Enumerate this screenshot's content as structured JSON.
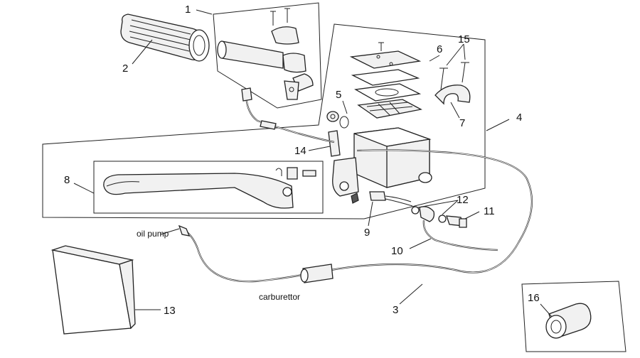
{
  "diagram": {
    "callouts": [
      {
        "id": "c1",
        "label": "1"
      },
      {
        "id": "c2",
        "label": "2"
      },
      {
        "id": "c3",
        "label": "3"
      },
      {
        "id": "c4",
        "label": "4"
      },
      {
        "id": "c5",
        "label": "5"
      },
      {
        "id": "c6",
        "label": "6"
      },
      {
        "id": "c7",
        "label": "7"
      },
      {
        "id": "c8",
        "label": "8"
      },
      {
        "id": "c9",
        "label": "9"
      },
      {
        "id": "c10",
        "label": "10"
      },
      {
        "id": "c11",
        "label": "11"
      },
      {
        "id": "c12",
        "label": "12"
      },
      {
        "id": "c13",
        "label": "13"
      },
      {
        "id": "c14",
        "label": "14"
      },
      {
        "id": "c15",
        "label": "15"
      },
      {
        "id": "c16",
        "label": "16"
      }
    ],
    "annotations": {
      "oil_pump": "oil pump",
      "carburettor": "carburettor"
    }
  }
}
